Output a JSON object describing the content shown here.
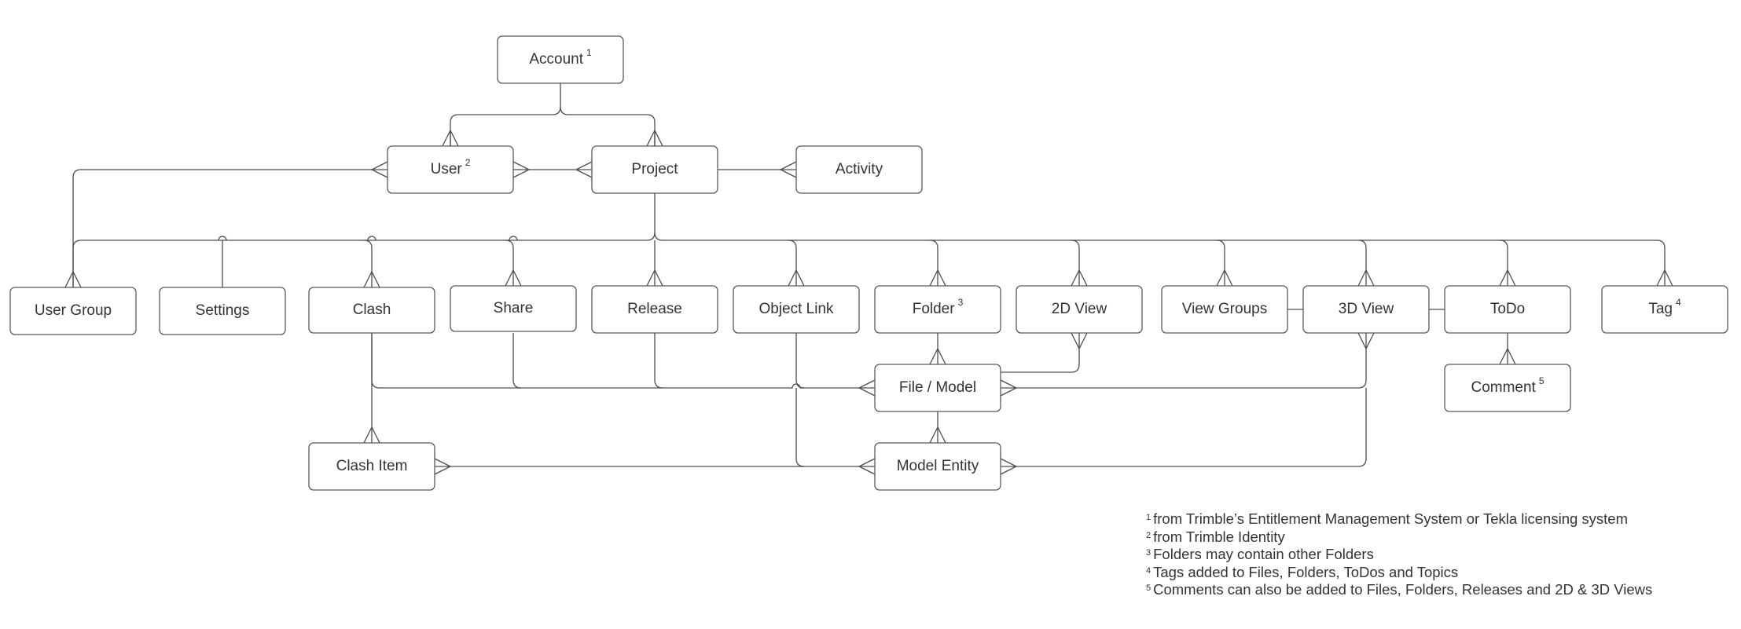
{
  "entities": {
    "account": {
      "label": "Account",
      "sup": "1"
    },
    "user": {
      "label": "User",
      "sup": "2"
    },
    "project": {
      "label": "Project",
      "sup": ""
    },
    "activity": {
      "label": "Activity",
      "sup": ""
    },
    "user_group": {
      "label": "User Group",
      "sup": ""
    },
    "settings": {
      "label": "Settings",
      "sup": ""
    },
    "clash": {
      "label": "Clash",
      "sup": ""
    },
    "share": {
      "label": "Share",
      "sup": ""
    },
    "release": {
      "label": "Release",
      "sup": ""
    },
    "object_link": {
      "label": "Object Link",
      "sup": ""
    },
    "folder": {
      "label": "Folder",
      "sup": "3"
    },
    "view_2d": {
      "label": "2D View",
      "sup": ""
    },
    "view_groups": {
      "label": "View Groups",
      "sup": ""
    },
    "view_3d": {
      "label": "3D View",
      "sup": ""
    },
    "todo": {
      "label": "ToDo",
      "sup": ""
    },
    "tag": {
      "label": "Tag",
      "sup": "4"
    },
    "comment": {
      "label": "Comment",
      "sup": "5"
    },
    "file_model": {
      "label": "File / Model",
      "sup": ""
    },
    "clash_item": {
      "label": "Clash Item",
      "sup": ""
    },
    "model_entity": {
      "label": "Model Entity",
      "sup": ""
    }
  },
  "footnotes": [
    {
      "num": "1",
      "text": "from Trimble’s Entitlement Management System or Tekla licensing system"
    },
    {
      "num": "2",
      "text": "from Trimble Identity"
    },
    {
      "num": "3",
      "text": "Folders may contain other Folders"
    },
    {
      "num": "4",
      "text": "Tags added to Files, Folders, ToDos and Topics"
    },
    {
      "num": "5",
      "text": "Comments can also be added to Files, Folders, Releases and 2D & 3D Views"
    }
  ],
  "colors": {
    "line": "#4d4d4d",
    "box_border": "#595959",
    "text": "#333333",
    "background": "#ffffff"
  }
}
